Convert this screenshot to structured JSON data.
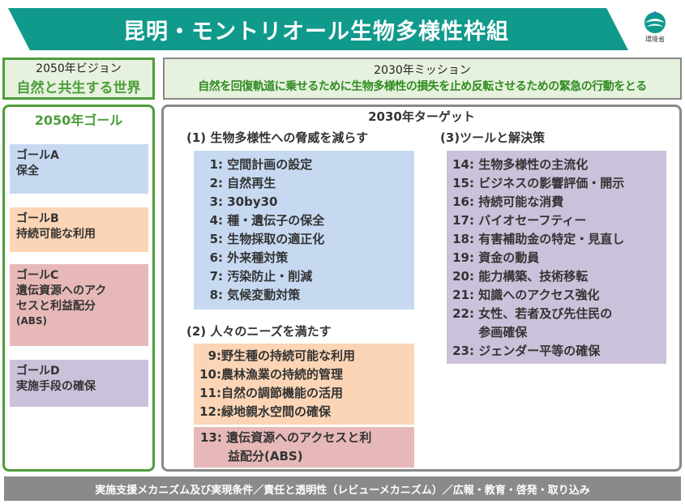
{
  "title": "昆明・モントリオール生物多様性枠組",
  "logo_label": "環境省",
  "vision": {
    "year_label": "2050年ビジョン",
    "text": "自然と共生する世界"
  },
  "mission": {
    "year_label": "2030年ミッション",
    "text": "自然を回復軌道に乗せるために生物多様性の損失を止め反転させるための緊急の行動をとる"
  },
  "goals": {
    "heading": "2050年ゴール",
    "items": [
      {
        "title": "ゴールA",
        "lines": [
          "保全"
        ],
        "sub": "",
        "color": "#c6d9f1"
      },
      {
        "title": "ゴールB",
        "lines": [
          "持続可能な利用"
        ],
        "sub": "",
        "color": "#fbd5b5"
      },
      {
        "title": "ゴールC",
        "lines": [
          "遺伝資源へのアク",
          "セスと利益配分"
        ],
        "sub": "(ABS)",
        "color": "#e6b9b8"
      },
      {
        "title": "ゴールD",
        "lines": [
          "実施手段の確保"
        ],
        "sub": "",
        "color": "#ccc1da"
      }
    ]
  },
  "targets": {
    "heading": "2030年ターゲット",
    "section1": {
      "heading": "(1) 生物多様性への脅威を減らす",
      "items": [
        {
          "num": "1:",
          "text": "空間計画の設定"
        },
        {
          "num": "2:",
          "text": "自然再生"
        },
        {
          "num": "3:",
          "text": "30by30"
        },
        {
          "num": "4:",
          "text": "種・遺伝子の保全"
        },
        {
          "num": "5:",
          "text": "生物採取の適正化"
        },
        {
          "num": "6:",
          "text": "外来種対策"
        },
        {
          "num": "7:",
          "text": "汚染防止・削減"
        },
        {
          "num": "8:",
          "text": "気候変動対策"
        }
      ]
    },
    "section2": {
      "heading": "(2) 人々のニーズを満たす",
      "items": [
        {
          "num": "9:",
          "text": "野生種の持続可能な利用"
        },
        {
          "num": "10:",
          "text": "農林漁業の持続的管理"
        },
        {
          "num": "11:",
          "text": "自然の調節機能の活用"
        },
        {
          "num": "12:",
          "text": "緑地親水空間の確保"
        }
      ],
      "abs_item": {
        "num": "13:",
        "line1": "遺伝資源へのアクセスと利",
        "line2": "益配分(ABS)"
      }
    },
    "section3": {
      "heading": "(3)ツールと解決策",
      "items": [
        {
          "num": "14:",
          "text": "生物多様性の主流化"
        },
        {
          "num": "15:",
          "text": "ビジネスの影響評価・開示"
        },
        {
          "num": "16:",
          "text": "持続可能な消費"
        },
        {
          "num": "17:",
          "text": "バイオセーフティー"
        },
        {
          "num": "18:",
          "text": "有害補助金の特定・見直し"
        },
        {
          "num": "19:",
          "text": "資金の動員"
        },
        {
          "num": "20:",
          "text": "能力構築、技術移転"
        },
        {
          "num": "21:",
          "text": "知識へのアクセス強化"
        },
        {
          "num": "22:",
          "text": "女性、若者及び先住民の"
        },
        {
          "num": "",
          "text": "参画確保"
        },
        {
          "num": "23:",
          "text": "ジェンダー平等の確保"
        }
      ]
    }
  },
  "footer": "実施支援メカニズム及び実現条件／責任と透明性（レビューメカニズム）／広報・教育・啓発・取り込み",
  "colors": {
    "banner": "#109a8c",
    "green": "#4c9e3a",
    "blue": "#c6d9f1",
    "orange": "#fbd5b5",
    "pink": "#e6b9b8",
    "purple": "#ccc1da",
    "footer": "#8a8a8a"
  }
}
